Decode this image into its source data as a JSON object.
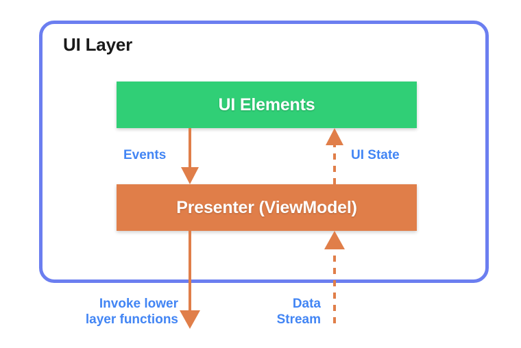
{
  "diagram": {
    "title": "UI Layer",
    "blocks": [
      {
        "id": "ui-elements",
        "label": "UI Elements",
        "color": "#30cf76"
      },
      {
        "id": "presenter",
        "label": "Presenter (ViewModel)",
        "color": "#e07e49"
      }
    ],
    "connectors": [
      {
        "id": "events",
        "label": "Events",
        "style": "solid",
        "direction": "down",
        "color": "#e07e49"
      },
      {
        "id": "ui-state",
        "label": "UI State",
        "style": "dashed",
        "direction": "up",
        "color": "#e07e49"
      },
      {
        "id": "invoke-lower",
        "label": "Invoke lower\nlayer functions",
        "style": "solid",
        "direction": "down",
        "color": "#e07e49"
      },
      {
        "id": "data-stream",
        "label": "Data\nStream",
        "style": "dashed",
        "direction": "up",
        "color": "#e07e49"
      }
    ],
    "colors": {
      "container_border": "#6b7ef0",
      "label_text": "#4285f4",
      "title_text": "#1a1a1a",
      "block_text": "#ffffff",
      "background": "#ffffff"
    }
  }
}
